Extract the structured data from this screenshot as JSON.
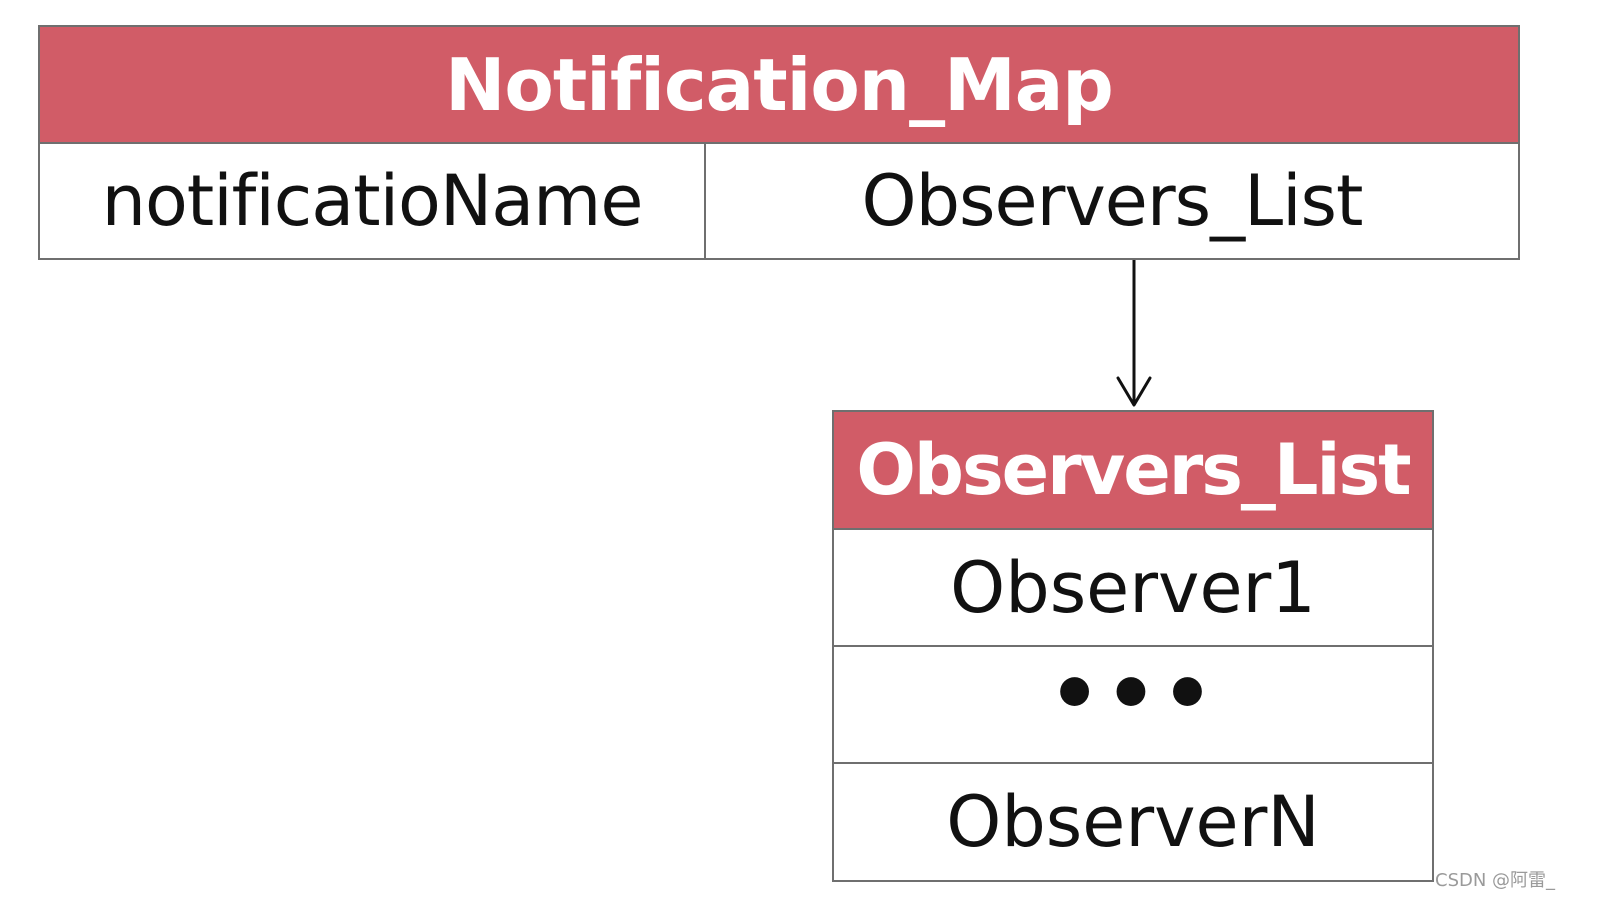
{
  "map": {
    "title": "Notification_Map",
    "key_cell": "notificatioName",
    "value_cell": "Observers_List"
  },
  "observers_list": {
    "title": "Observers_List",
    "rows": [
      "Observer1",
      "•••",
      "ObserverN"
    ]
  },
  "watermark": "CSDN @阿雷_",
  "colors": {
    "header": "#d15c67",
    "border": "#6f6f6f",
    "text": "#111111",
    "background": "#ffffff"
  }
}
